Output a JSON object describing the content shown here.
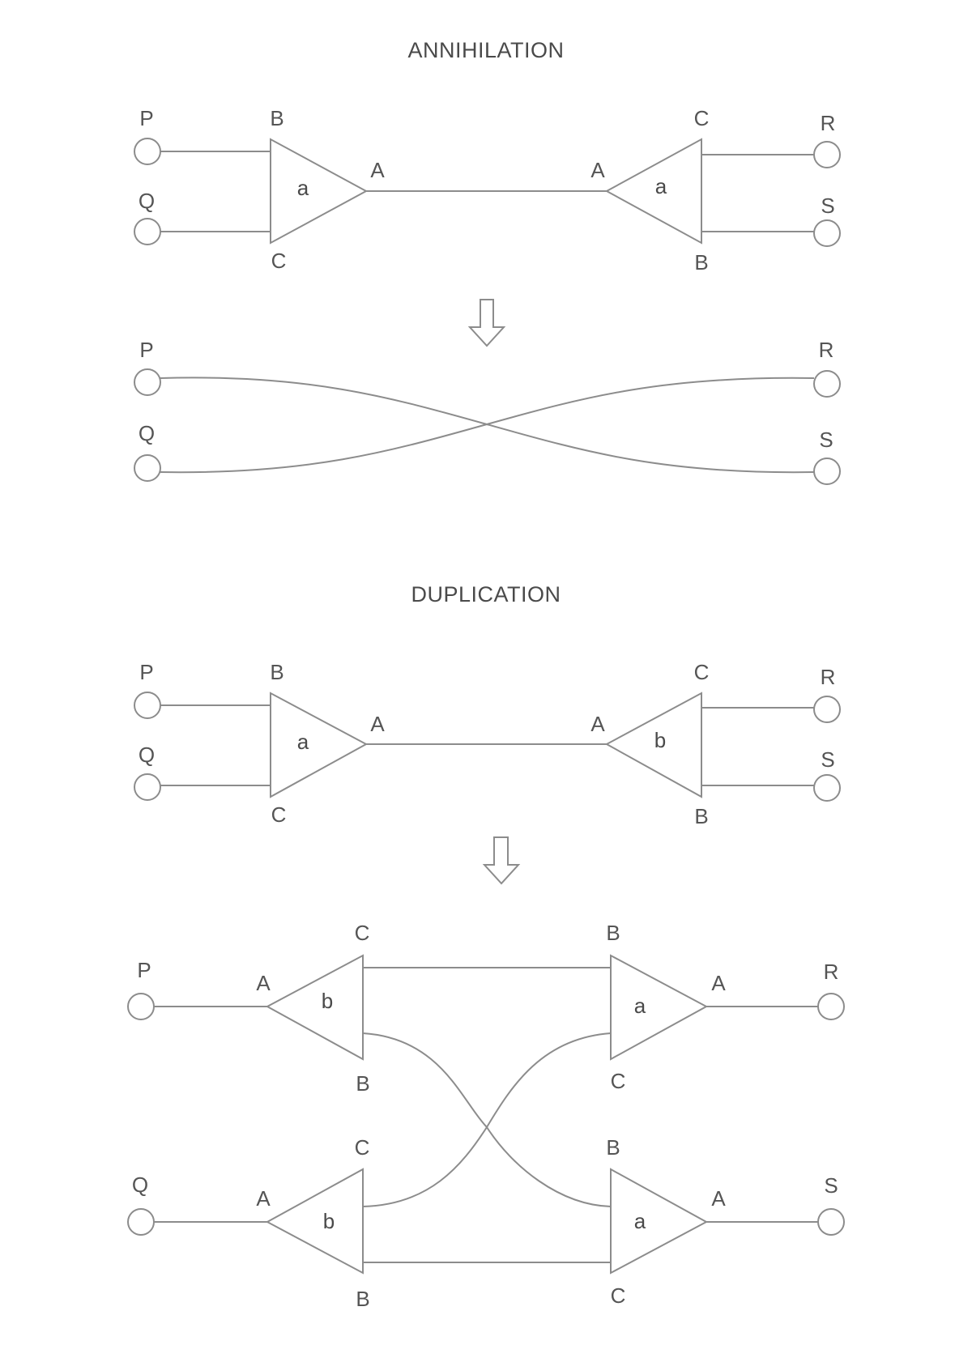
{
  "annihilation": {
    "title": "ANNIHILATION",
    "before": {
      "left_agent": "a",
      "right_agent": "a",
      "left_ports": {
        "principal": "A",
        "top": "B",
        "bottom": "C"
      },
      "right_ports": {
        "principal": "A",
        "top": "C",
        "bottom": "B"
      },
      "terminals": {
        "p": "P",
        "q": "Q",
        "r": "R",
        "s": "S"
      }
    },
    "after": {
      "terminals": {
        "p": "P",
        "q": "Q",
        "r": "R",
        "s": "S"
      }
    }
  },
  "duplication": {
    "title": "DUPLICATION",
    "before": {
      "left_agent": "a",
      "right_agent": "b",
      "left_ports": {
        "principal": "A",
        "top": "B",
        "bottom": "C"
      },
      "right_ports": {
        "principal": "A",
        "top": "C",
        "bottom": "B"
      },
      "terminals": {
        "p": "P",
        "q": "Q",
        "r": "R",
        "s": "S"
      }
    },
    "after": {
      "top_left": {
        "agent": "b",
        "principal": "A",
        "top": "C",
        "bottom": "B"
      },
      "top_right": {
        "agent": "a",
        "principal": "A",
        "top": "B",
        "bottom": "C"
      },
      "bottom_left": {
        "agent": "b",
        "principal": "A",
        "top": "C",
        "bottom": "B"
      },
      "bottom_right": {
        "agent": "a",
        "principal": "A",
        "top": "B",
        "bottom": "C"
      },
      "terminals": {
        "p": "P",
        "q": "Q",
        "r": "R",
        "s": "S"
      }
    }
  },
  "icons": {
    "arrow": "down-arrow-icon",
    "terminal": "circle-terminal-icon"
  },
  "colors": {
    "line": "#8c8c8c",
    "text": "#555555",
    "background": "#ffffff"
  }
}
